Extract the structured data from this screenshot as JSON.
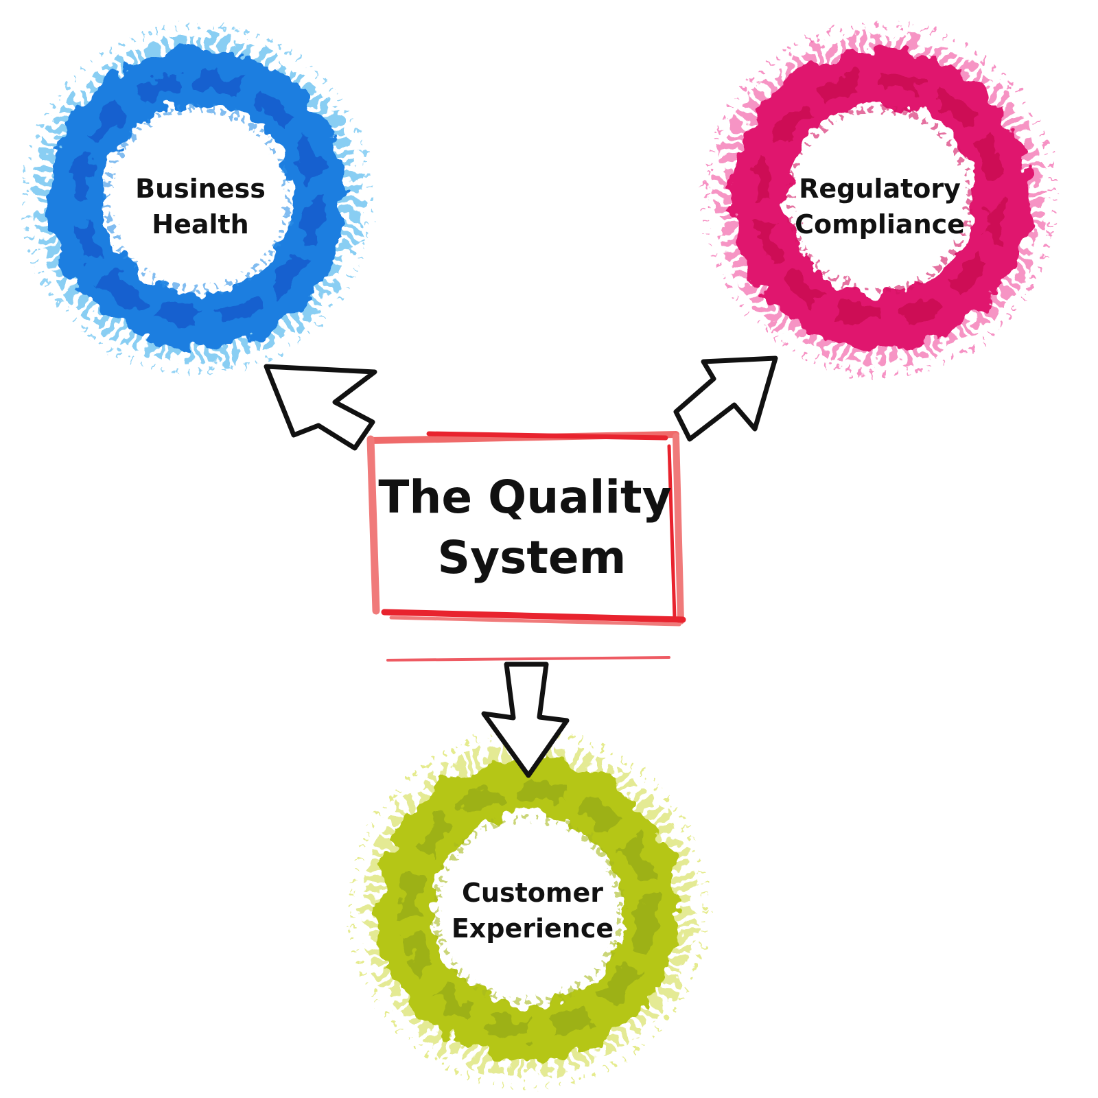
{
  "diagram": {
    "center": {
      "line1": "The Quality",
      "line2": "System",
      "color": "#e8232e"
    },
    "nodes": [
      {
        "id": "business-health",
        "line1": "Business",
        "line2": "Health",
        "color": "#1a7ee0"
      },
      {
        "id": "regulatory-compliance",
        "line1": "Regulatory",
        "line2": "Compliance",
        "color": "#e0156e"
      },
      {
        "id": "customer-experience",
        "line1": "Customer",
        "line2": "Experience",
        "color": "#b5c616"
      }
    ],
    "arrows": [
      {
        "from": "center",
        "to": "business-health"
      },
      {
        "from": "center",
        "to": "regulatory-compliance"
      },
      {
        "from": "center",
        "to": "customer-experience"
      }
    ]
  }
}
